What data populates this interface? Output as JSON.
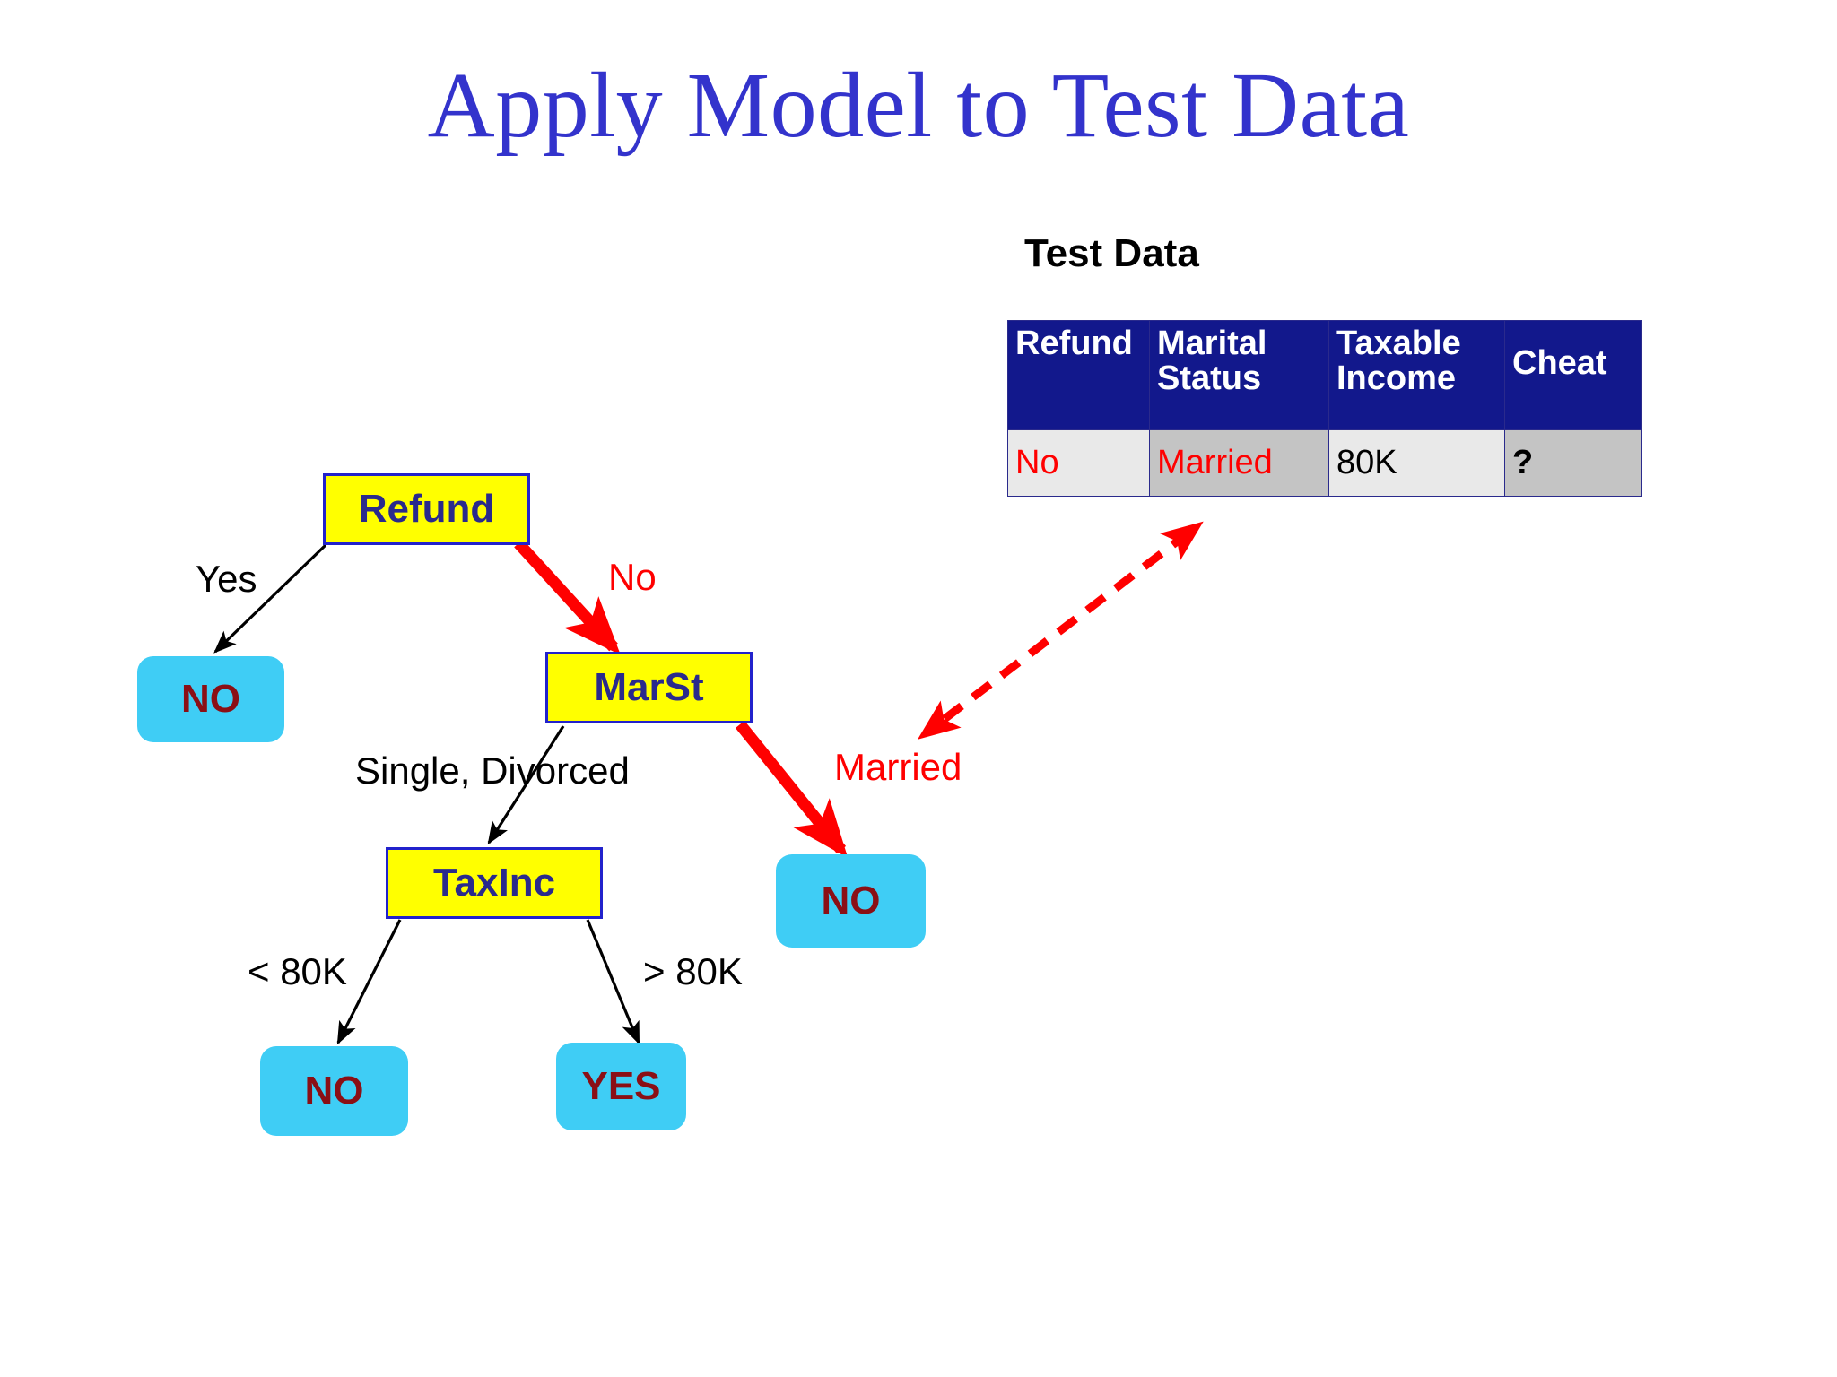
{
  "slide": {
    "title": "Apply Model to Test Data",
    "title_color": "#3333cc"
  },
  "test_data": {
    "heading": "Test Data",
    "header_bg": "#12188c",
    "header_text_color": "#ffffff",
    "columns": [
      {
        "label": "Refund"
      },
      {
        "label": "Marital Status"
      },
      {
        "label": "Taxable Income"
      },
      {
        "label": "Cheat"
      }
    ],
    "column_labels_split": {
      "refund": "Refund",
      "marital_line1": "Marital",
      "marital_line2": "Status",
      "income_line1": "Taxable",
      "income_line2": "Income",
      "cheat": "Cheat"
    },
    "rows": [
      {
        "refund": "No",
        "marital_status": "Married",
        "taxable_income": "80K",
        "cheat": "?"
      }
    ],
    "cell_colors": {
      "light": "#e9e9e9",
      "dark": "#c4c4c4",
      "value_red": "#ff0000",
      "value_black": "#000000"
    }
  },
  "tree": {
    "node_colors": {
      "internal_fill": "#ffff00",
      "internal_border": "#2222cc",
      "internal_text": "#2a2a8c",
      "leaf_fill": "#3fcdf5",
      "leaf_text": "#8b0f15",
      "active_path": "#ff0000",
      "inactive_path": "#000000"
    },
    "nodes": [
      {
        "id": "refund",
        "label": "Refund",
        "type": "internal"
      },
      {
        "id": "marst",
        "label": "MarSt",
        "type": "internal"
      },
      {
        "id": "taxinc",
        "label": "TaxInc",
        "type": "internal"
      },
      {
        "id": "leaf_yes_refund",
        "label": "NO",
        "type": "leaf"
      },
      {
        "id": "leaf_married",
        "label": "NO",
        "type": "leaf"
      },
      {
        "id": "leaf_lt80k",
        "label": "NO",
        "type": "leaf"
      },
      {
        "id": "leaf_gt80k",
        "label": "YES",
        "type": "leaf"
      }
    ],
    "edges": [
      {
        "id": "refund-yes",
        "label": "Yes",
        "active": false
      },
      {
        "id": "refund-no",
        "label": "No",
        "active": true
      },
      {
        "id": "marst-single",
        "label": "Single, Divorced",
        "active": false
      },
      {
        "id": "marst-married",
        "label": "Married",
        "active": true
      },
      {
        "id": "taxinc-lt",
        "label": "< 80K",
        "active": false
      },
      {
        "id": "taxinc-gt",
        "label": "> 80K",
        "active": false
      }
    ]
  }
}
